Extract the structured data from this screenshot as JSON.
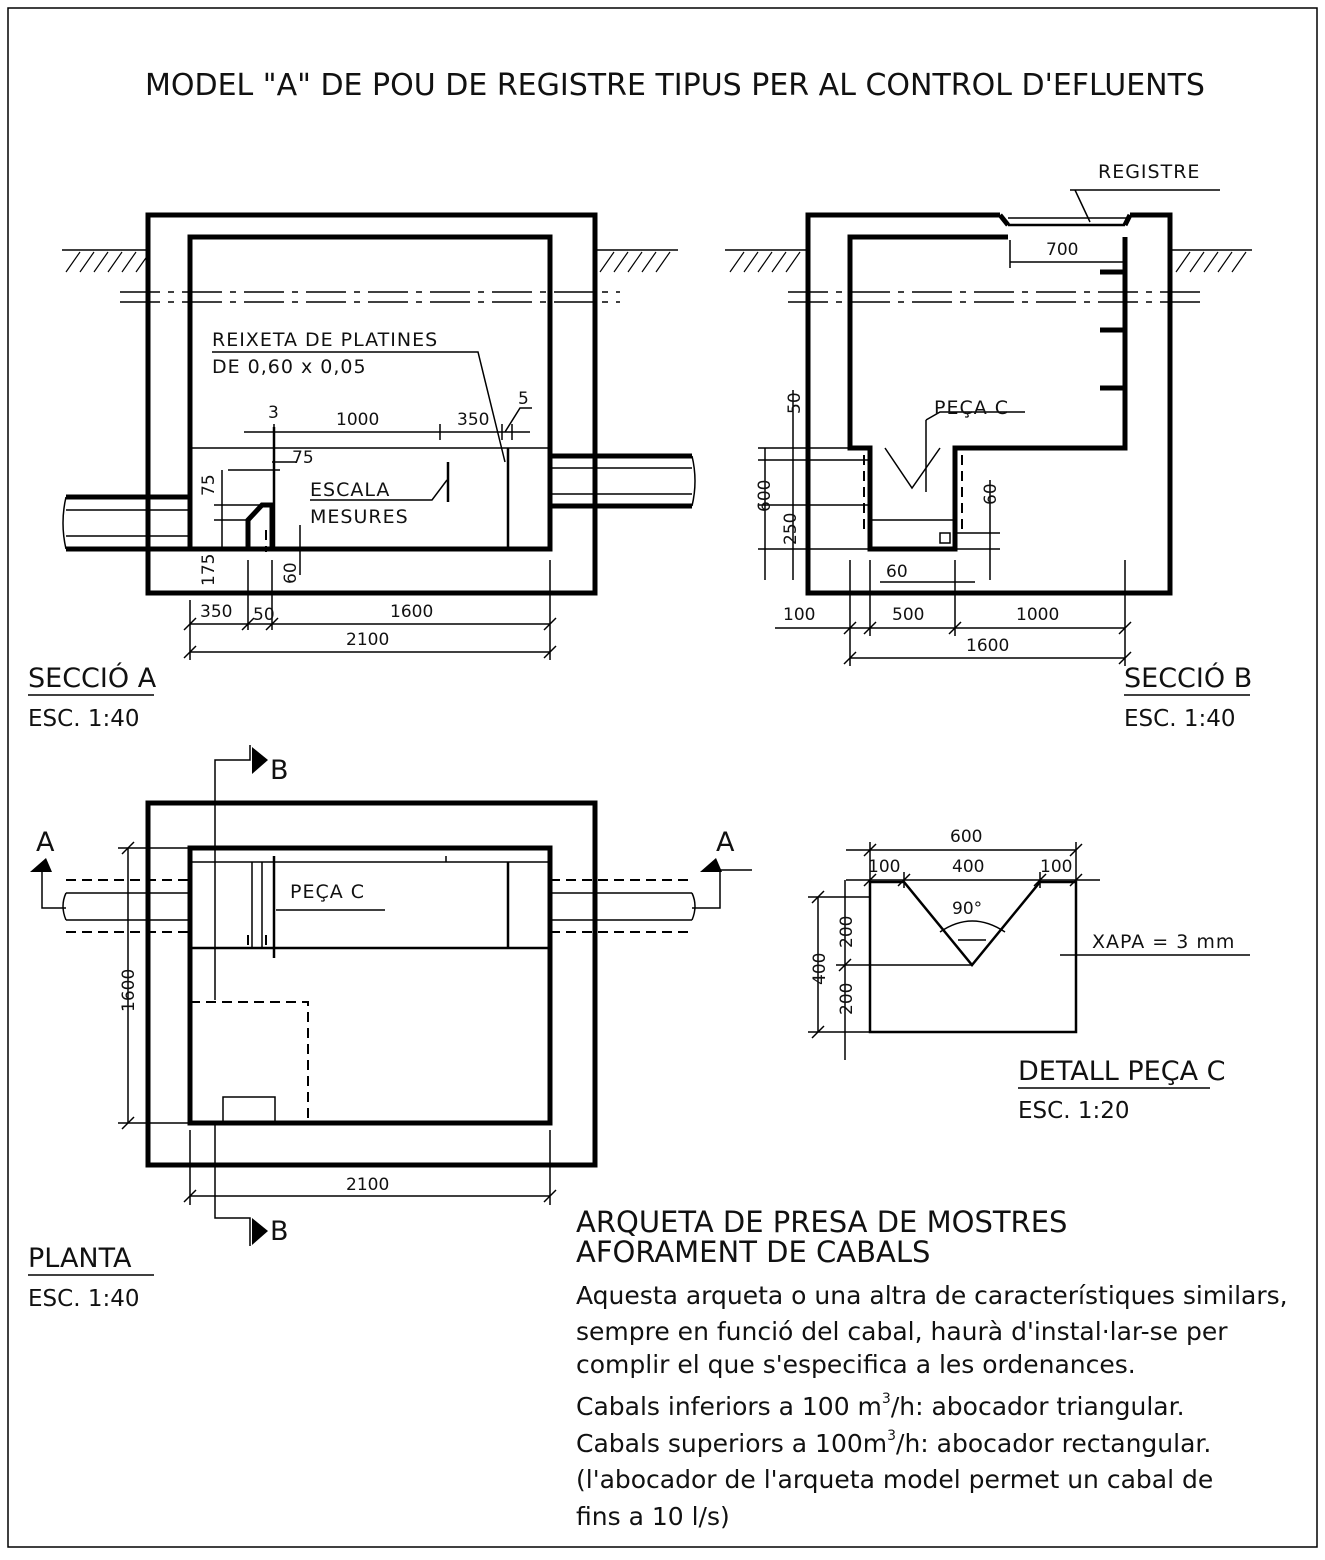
{
  "title": "MODEL \"A\" DE POU DE REGISTRE TIPUS PER AL CONTROL D'EFLUENTS",
  "section_a": {
    "heading": "SECCIÓ A",
    "scale": "ESC. 1:40",
    "grate_line1": "REIXETA DE PLATINES",
    "grate_line2": "DE 0,60 x 0,05",
    "ladder_line1": "ESCALA",
    "ladder_line2": "MESURES",
    "dims": {
      "d3": "3",
      "d1000": "1000",
      "d350_top": "350",
      "d5": "5",
      "d75a": "75",
      "d75b": "75",
      "d175": "175",
      "d60": "60",
      "d350": "350",
      "d50": "50",
      "d1600": "1600",
      "d2100": "2100"
    }
  },
  "section_b": {
    "heading": "SECCIÓ B",
    "scale": "ESC. 1:40",
    "registre": "REGISTRE",
    "piece": "PEÇA C",
    "dims": {
      "d700": "700",
      "d50": "50",
      "d600": "600",
      "d250": "250",
      "d60v": "60",
      "d60h": "60",
      "d100": "100",
      "d500": "500",
      "d1000": "1000",
      "d1600": "1600"
    }
  },
  "plan": {
    "heading": "PLANTA",
    "scale": "ESC. 1:40",
    "piece": "PEÇA C",
    "cut_a": "A",
    "cut_b": "B",
    "dims": {
      "d1600": "1600",
      "d2100": "2100"
    }
  },
  "detail": {
    "heading": "DETALL PEÇA C",
    "scale": "ESC. 1:20",
    "sheet": "XAPA = 3 mm",
    "angle": "90°",
    "dims": {
      "d600": "600",
      "d100l": "100",
      "d400": "400",
      "d100r": "100",
      "d400v": "400",
      "d200a": "200",
      "d200b": "200"
    }
  },
  "notes": {
    "heading1": "ARQUETA DE PRESA DE MOSTRES",
    "heading2": "AFORAMENT DE CABALS",
    "p1": "Aquesta arqueta o una altra de característiques similars,",
    "p2": "sempre en funció del cabal, haurà d'instal·lar-se per",
    "p3": "complir el que s'especifica a les ordenances.",
    "p4a": "Cabals inferiors a 100 m",
    "p4sup": "3",
    "p4b": "/h: abocador triangular.",
    "p5a": "Cabals superiors a 100m",
    "p5sup": "3",
    "p5b": "/h: abocador rectangular.",
    "p6": "(l'abocador de l'arqueta model permet un cabal de",
    "p7": "fins a 10 l/s)"
  }
}
